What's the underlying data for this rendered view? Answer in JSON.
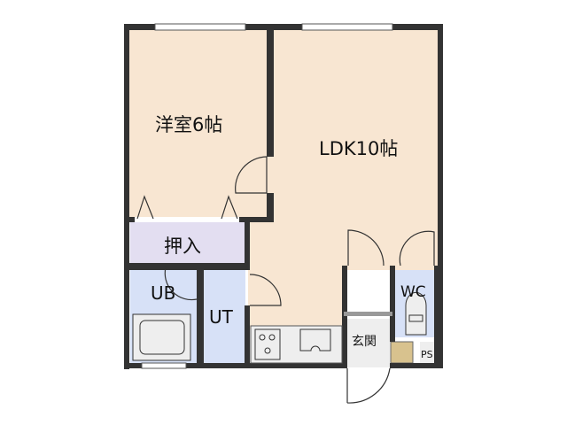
{
  "rooms": {
    "western_room": "洋室6帖",
    "ldk": "LDK10帖",
    "closet": "押入",
    "unit_bath": "UB",
    "utility": "UT",
    "toilet": "WC",
    "entrance": "玄関",
    "pipe_space": "PS"
  },
  "colors": {
    "floor": "#f8e6d2",
    "closet": "#e3def1",
    "wet_area": "#d7e1f7",
    "entrance": "#eeeeee",
    "shoe_box": "#d8c28e",
    "wall": "#333333"
  }
}
